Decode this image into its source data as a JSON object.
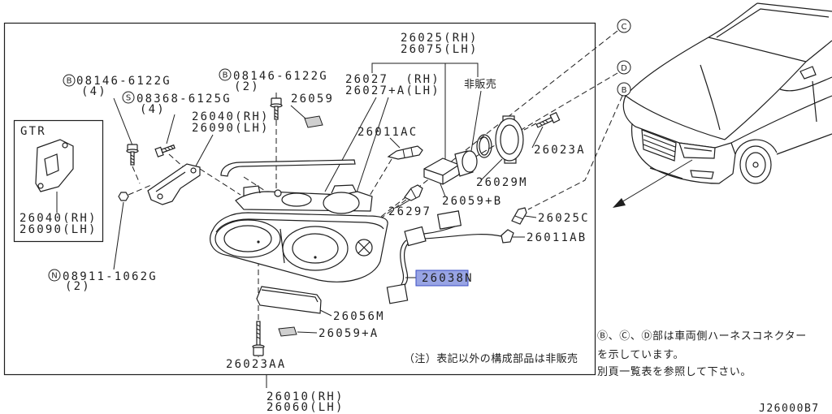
{
  "figure": {
    "code": "J26000B7"
  },
  "colors": {
    "ink": "#1e1e1e",
    "highlight_fill": "#98a4e4",
    "highlight_stroke": "#3a4cc4",
    "tag_fill": "#cfcfcf"
  },
  "assembly": {
    "top_rh": "26025(RH)",
    "top_lh": "26075(LH)",
    "bottom_rh": "26010(RH)",
    "bottom_lh": "26060(LH)"
  },
  "callouts": {
    "p26027_rh": "26027  (RH)",
    "p26027_lh": "26027+A(LH)",
    "not_for_sale": "非販売",
    "p26059": "26059",
    "bracket_rh": "26040(RH)",
    "bracket_lh": "26090(LH)",
    "p26011AC": "26011AC",
    "p26023A": "26023A",
    "p26029M": "26029M",
    "p26059B": "26059+B",
    "p26297": "26297",
    "p26025C": "26025C",
    "p26011AB": "26011AB",
    "p26038N": "26038N",
    "p26056M": "26056M",
    "p26059A": "26059+A",
    "p26023AA": "26023AA"
  },
  "fasteners": {
    "bolt_upper_left": {
      "mark": "B",
      "code": "08146-6122G",
      "qty": "(4)"
    },
    "screw": {
      "mark": "S",
      "code": "08368-6125G",
      "qty": "(4)"
    },
    "bolt_upper_center": {
      "mark": "B",
      "code": "08146-6122G",
      "qty": "(2)"
    },
    "nut": {
      "mark": "N",
      "code": "08911-1062G",
      "qty": "(2)"
    }
  },
  "gtr": {
    "title": "GTR",
    "bracket_rh": "26040(RH)",
    "bracket_lh": "26090(LH)"
  },
  "connectors": {
    "c": "C",
    "d": "D",
    "b": "B"
  },
  "notes": {
    "footnote": "（注）表記以外の構成部品は非販売",
    "connector_note": [
      "Ⓑ、Ⓒ、Ⓓ部は車両側ハーネスコネクター",
      "を示しています。",
      "別頁一覧表を参照して下さい。"
    ]
  }
}
